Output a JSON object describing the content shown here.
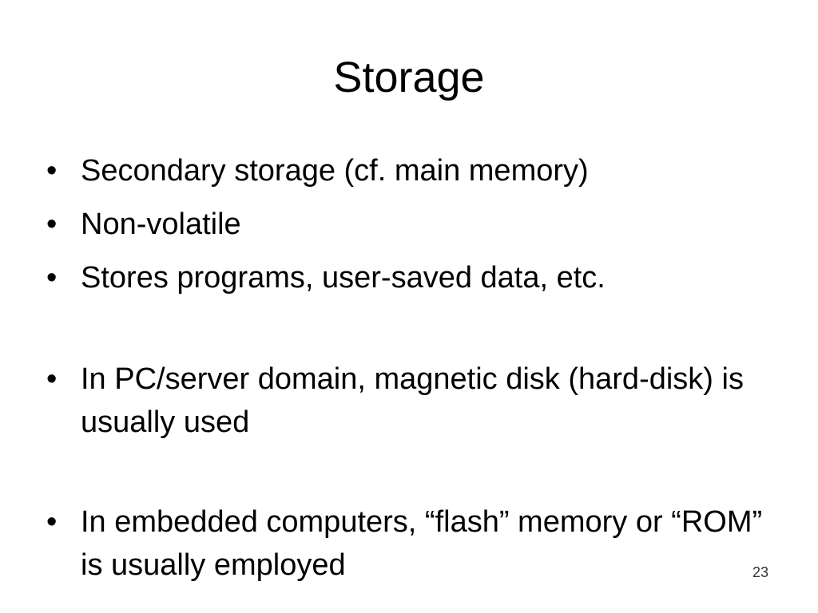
{
  "slide": {
    "title": "Storage",
    "bullets": [
      {
        "marker": "•",
        "text": "Secondary storage (cf. main memory)"
      },
      {
        "marker": "•",
        "text": "Non-volatile"
      },
      {
        "marker": "•",
        "text": "Stores programs, user-saved data, etc."
      },
      {
        "marker": "•",
        "text": "In PC/server domain, magnetic disk (hard-disk) is usually used"
      },
      {
        "marker": "•",
        "text": "In embedded computers, “flash” memory or “ROM” is usually employed"
      }
    ],
    "page_number": "23"
  }
}
